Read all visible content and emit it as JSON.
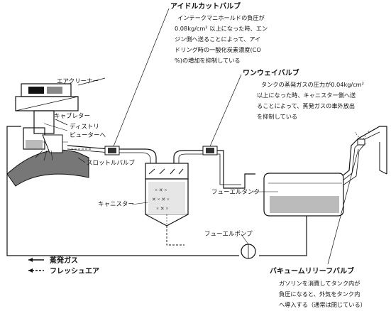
{
  "labels": {
    "air_cleaner": "エアクリーナー",
    "carburetor": "キャブレター",
    "distributor": [
      "ディストリ",
      "ビューターへ"
    ],
    "throttle_valve": "スロットルバルブ",
    "canister": "キャニスター",
    "fuel_tank": "フューエルタンク",
    "fuel_pump": "フューエルポンプ"
  },
  "idle_cut_valve": {
    "title": "アイドルカットバルブ",
    "lines": [
      "インテークマニホールドの負圧が",
      "0.08kg/cm² 以上になった時、エン",
      "ジン側へ送ることによって、アイ",
      "ドリング時の一酸化炭素濃度(CO",
      "%)の増加を抑制している"
    ]
  },
  "one_way_valve": {
    "title": "ワンウェイバルブ",
    "lines": [
      "タンクの蒸発ガスの圧力が0.04kg/cm²",
      "以上になった時、キャニスター側へ送",
      "ることによって、蒸発ガスの車外放出",
      "を抑制している"
    ]
  },
  "vacuum_relief_valve": {
    "title": "バキュームリリーフバルブ",
    "lines": [
      "ガソリンを消費してタンク内が",
      "負圧になると、外気をタンク内",
      "へ導入する（通常は閉じている）"
    ]
  },
  "legend": [
    {
      "label": "蒸発ガス",
      "style": "solid"
    },
    {
      "label": "フレッシュエア",
      "style": "dashed"
    }
  ]
}
